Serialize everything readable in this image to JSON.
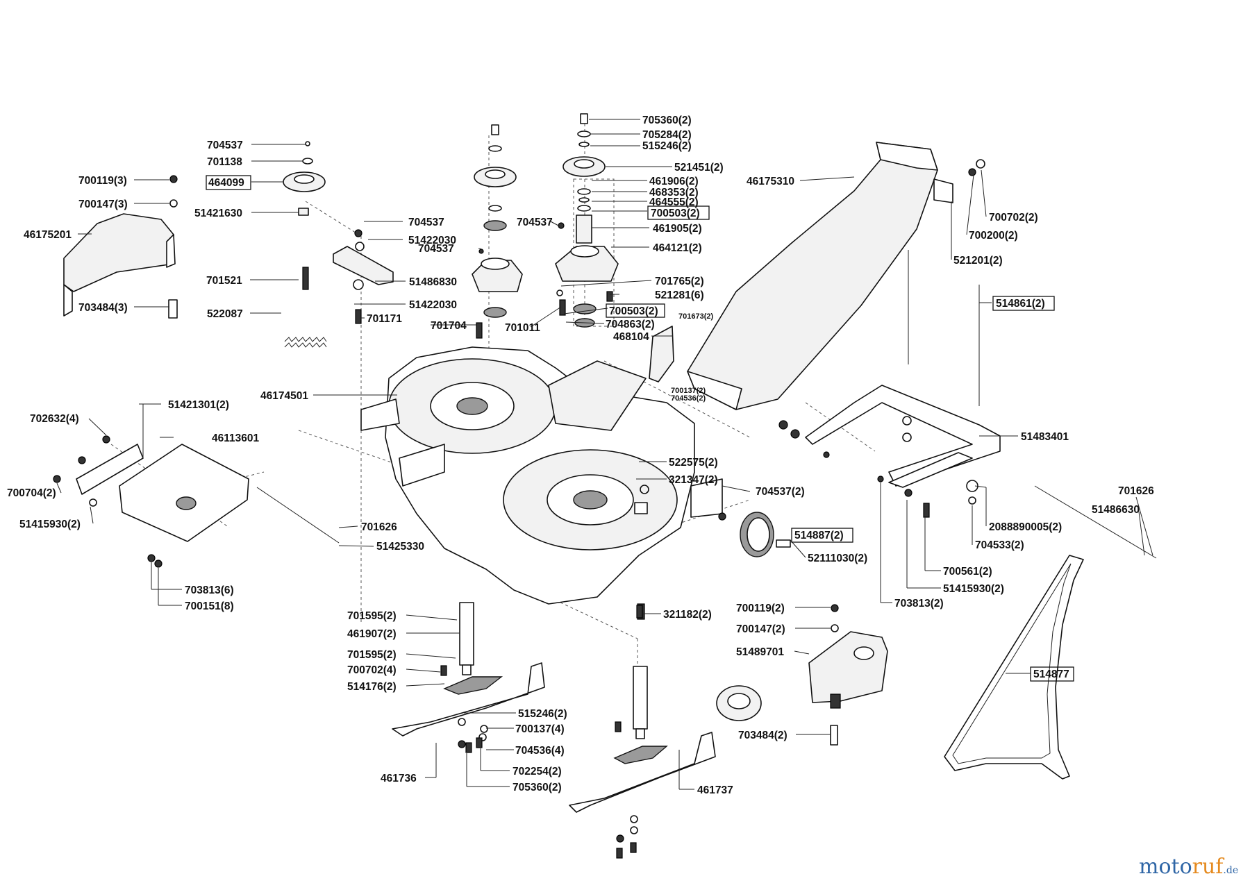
{
  "labels": [
    {
      "id": "705360x2-top",
      "text": "705360(2)"
    },
    {
      "id": "705284",
      "text": "705284(2)"
    },
    {
      "id": "515246-top",
      "text": "515246(2)"
    },
    {
      "id": "521451",
      "text": "521451(2)"
    },
    {
      "id": "461906",
      "text": "461906(2)"
    },
    {
      "id": "468353",
      "text": "468353(2)"
    },
    {
      "id": "464555",
      "text": "464555(2)"
    },
    {
      "id": "700503-a",
      "text": "700503(2)"
    },
    {
      "id": "461905",
      "text": "461905(2)"
    },
    {
      "id": "464121",
      "text": "464121(2)"
    },
    {
      "id": "701765",
      "text": "701765(2)"
    },
    {
      "id": "521281",
      "text": "521281(6)"
    },
    {
      "id": "700503-b",
      "text": "700503(2)"
    },
    {
      "id": "701673",
      "text": "701673(2)"
    },
    {
      "id": "704863",
      "text": "704863(2)"
    },
    {
      "id": "468104",
      "text": "468104"
    },
    {
      "id": "704537-a",
      "text": "704537"
    },
    {
      "id": "701138",
      "text": "701138"
    },
    {
      "id": "464099",
      "text": "464099"
    },
    {
      "id": "700119-a",
      "text": "700119(3)"
    },
    {
      "id": "700147-a",
      "text": "700147(3)"
    },
    {
      "id": "51421630",
      "text": "51421630"
    },
    {
      "id": "46175201",
      "text": "46175201"
    },
    {
      "id": "704537-b",
      "text": "704537"
    },
    {
      "id": "51422030-a",
      "text": "51422030"
    },
    {
      "id": "704537-c",
      "text": "704537"
    },
    {
      "id": "704537-d",
      "text": "704537"
    },
    {
      "id": "701521",
      "text": "701521"
    },
    {
      "id": "51486830",
      "text": "51486830"
    },
    {
      "id": "51422030-b",
      "text": "51422030"
    },
    {
      "id": "703484-a",
      "text": "703484(3)"
    },
    {
      "id": "522087",
      "text": "522087"
    },
    {
      "id": "701171",
      "text": "701171"
    },
    {
      "id": "701704",
      "text": "701704"
    },
    {
      "id": "701011",
      "text": "701011"
    },
    {
      "id": "46175310",
      "text": "46175310"
    },
    {
      "id": "700702-a",
      "text": "700702(2)"
    },
    {
      "id": "700200",
      "text": "700200(2)"
    },
    {
      "id": "521201",
      "text": "521201(2)"
    },
    {
      "id": "514861",
      "text": "514861(2)"
    },
    {
      "id": "700137-s",
      "text": "700137(2)"
    },
    {
      "id": "704536-s",
      "text": "704536(2)"
    },
    {
      "id": "46174501",
      "text": "46174501"
    },
    {
      "id": "51421301",
      "text": "51421301(2)"
    },
    {
      "id": "702632",
      "text": "702632(4)"
    },
    {
      "id": "46113601",
      "text": "46113601"
    },
    {
      "id": "700704",
      "text": "700704(2)"
    },
    {
      "id": "51415930-a",
      "text": "51415930(2)"
    },
    {
      "id": "51483401",
      "text": "51483401"
    },
    {
      "id": "522575",
      "text": "522575(2)"
    },
    {
      "id": "321347",
      "text": "321347(2)"
    },
    {
      "id": "704537-e",
      "text": "704537(2)"
    },
    {
      "id": "701626-a",
      "text": "701626"
    },
    {
      "id": "51486630",
      "text": "51486630"
    },
    {
      "id": "701626-b",
      "text": "701626"
    },
    {
      "id": "51425330",
      "text": "51425330"
    },
    {
      "id": "514887",
      "text": "514887(2)"
    },
    {
      "id": "2088890005",
      "text": "2088890005(2)"
    },
    {
      "id": "704533",
      "text": "704533(2)"
    },
    {
      "id": "52111030",
      "text": "52111030(2)"
    },
    {
      "id": "700561",
      "text": "700561(2)"
    },
    {
      "id": "51415930-b",
      "text": "51415930(2)"
    },
    {
      "id": "703813-a",
      "text": "703813(6)"
    },
    {
      "id": "700151",
      "text": "700151(8)"
    },
    {
      "id": "703813-b",
      "text": "703813(2)"
    },
    {
      "id": "701595-a",
      "text": "701595(2)"
    },
    {
      "id": "461907",
      "text": "461907(2)"
    },
    {
      "id": "321182",
      "text": "321182(2)"
    },
    {
      "id": "700119-b",
      "text": "700119(2)"
    },
    {
      "id": "700147-b",
      "text": "700147(2)"
    },
    {
      "id": "701595-b",
      "text": "701595(2)"
    },
    {
      "id": "51489701",
      "text": "51489701"
    },
    {
      "id": "700702-b",
      "text": "700702(4)"
    },
    {
      "id": "514176",
      "text": "514176(2)"
    },
    {
      "id": "514877",
      "text": "514877"
    },
    {
      "id": "515246-b",
      "text": "515246(2)"
    },
    {
      "id": "700137-b",
      "text": "700137(4)"
    },
    {
      "id": "704536-b",
      "text": "704536(4)"
    },
    {
      "id": "703484-b",
      "text": "703484(2)"
    },
    {
      "id": "702254",
      "text": "702254(2)"
    },
    {
      "id": "705360-b",
      "text": "705360(2)"
    },
    {
      "id": "461736",
      "text": "461736"
    },
    {
      "id": "461737",
      "text": "461737"
    }
  ],
  "watermark": {
    "brand_part1": "moto",
    "brand_part2": "ruf",
    "suffix": ".de"
  }
}
